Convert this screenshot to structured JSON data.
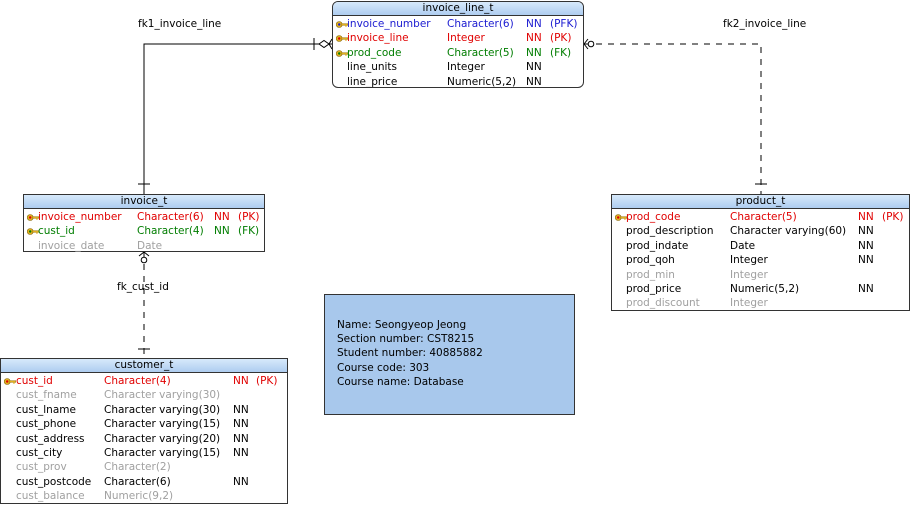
{
  "relationships": [
    {
      "name": "fk1_invoice_line"
    },
    {
      "name": "fk2_invoice_line"
    },
    {
      "name": "fk_cust_id"
    }
  ],
  "entities": {
    "invoice_line_t": {
      "title": "invoice_line_t",
      "columns": [
        {
          "name": "invoice_number",
          "type": "Character(6)",
          "nn": "NN",
          "key": "(PFK)",
          "style": "blue",
          "icon": "pfk-key-icon"
        },
        {
          "name": "invoice_line",
          "type": "Integer",
          "nn": "NN",
          "key": "(PK)",
          "style": "red",
          "icon": "pk-key-icon"
        },
        {
          "name": "prod_code",
          "type": "Character(5)",
          "nn": "NN",
          "key": "(FK)",
          "style": "green",
          "icon": "fk-key-icon"
        },
        {
          "name": "line_units",
          "type": "Integer",
          "nn": "NN",
          "key": "",
          "style": "black",
          "icon": ""
        },
        {
          "name": "line_price",
          "type": "Numeric(5,2)",
          "nn": "NN",
          "key": "",
          "style": "black",
          "icon": ""
        }
      ]
    },
    "invoice_t": {
      "title": "invoice_t",
      "columns": [
        {
          "name": "invoice_number",
          "type": "Character(6)",
          "nn": "NN",
          "key": "(PK)",
          "style": "red",
          "icon": "pk-key-icon"
        },
        {
          "name": "cust_id",
          "type": "Character(4)",
          "nn": "NN",
          "key": "(FK)",
          "style": "green",
          "icon": "fk-key-icon"
        },
        {
          "name": "invoice_date",
          "type": "Date",
          "nn": "",
          "key": "",
          "style": "gray",
          "icon": ""
        }
      ]
    },
    "product_t": {
      "title": "product_t",
      "columns": [
        {
          "name": "prod_code",
          "type": "Character(5)",
          "nn": "NN",
          "key": "(PK)",
          "style": "red",
          "icon": "pk-key-icon"
        },
        {
          "name": "prod_description",
          "type": "Character varying(60)",
          "nn": "NN",
          "key": "",
          "style": "black",
          "icon": ""
        },
        {
          "name": "prod_indate",
          "type": "Date",
          "nn": "NN",
          "key": "",
          "style": "black",
          "icon": ""
        },
        {
          "name": "prod_qoh",
          "type": "Integer",
          "nn": "NN",
          "key": "",
          "style": "black",
          "icon": ""
        },
        {
          "name": "prod_min",
          "type": "Integer",
          "nn": "",
          "key": "",
          "style": "gray",
          "icon": ""
        },
        {
          "name": "prod_price",
          "type": "Numeric(5,2)",
          "nn": "NN",
          "key": "",
          "style": "black",
          "icon": ""
        },
        {
          "name": "prod_discount",
          "type": "Integer",
          "nn": "",
          "key": "",
          "style": "gray",
          "icon": ""
        }
      ]
    },
    "customer_t": {
      "title": "customer_t",
      "columns": [
        {
          "name": "cust_id",
          "type": "Character(4)",
          "nn": "NN",
          "key": "(PK)",
          "style": "red",
          "icon": "pk-key-icon"
        },
        {
          "name": "cust_fname",
          "type": "Character varying(30)",
          "nn": "",
          "key": "",
          "style": "gray",
          "icon": ""
        },
        {
          "name": "cust_lname",
          "type": "Character varying(30)",
          "nn": "NN",
          "key": "",
          "style": "black",
          "icon": ""
        },
        {
          "name": "cust_phone",
          "type": "Character varying(15)",
          "nn": "NN",
          "key": "",
          "style": "black",
          "icon": ""
        },
        {
          "name": "cust_address",
          "type": "Character varying(20)",
          "nn": "NN",
          "key": "",
          "style": "black",
          "icon": ""
        },
        {
          "name": "cust_city",
          "type": "Character varying(15)",
          "nn": "NN",
          "key": "",
          "style": "black",
          "icon": ""
        },
        {
          "name": "cust_prov",
          "type": "Character(2)",
          "nn": "",
          "key": "",
          "style": "gray",
          "icon": ""
        },
        {
          "name": "cust_postcode",
          "type": "Character(6)",
          "nn": "NN",
          "key": "",
          "style": "black",
          "icon": ""
        },
        {
          "name": "cust_balance",
          "type": "Numeric(9,2)",
          "nn": "",
          "key": "",
          "style": "gray",
          "icon": ""
        }
      ]
    }
  },
  "info": {
    "lines": [
      "Name: Seongyeop Jeong",
      "Section number: CST8215",
      "Student number: 40885882",
      "Course code: 303",
      "Course name: Database"
    ]
  },
  "colors": {
    "pk": "#e00000",
    "fk": "#007d00",
    "pfk": "#1b1bd0",
    "optional": "#a0a0a0",
    "header": "#aecdf0",
    "note": "#a8c8ec",
    "key_gold": "#e0b020"
  }
}
